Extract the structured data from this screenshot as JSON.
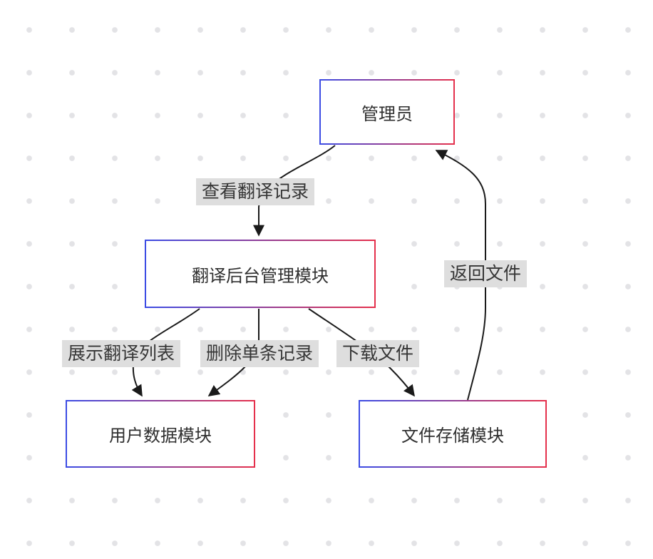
{
  "diagram": {
    "nodes": [
      {
        "id": "admin",
        "label": "管理员"
      },
      {
        "id": "backend",
        "label": "翻译后台管理模块"
      },
      {
        "id": "userdata",
        "label": "用户数据模块"
      },
      {
        "id": "filestore",
        "label": "文件存储模块"
      }
    ],
    "edges": [
      {
        "from": "admin",
        "to": "backend",
        "label": "查看翻译记录"
      },
      {
        "from": "backend",
        "to": "userdata",
        "label": "展示翻译列表"
      },
      {
        "from": "backend",
        "to": "userdata",
        "label": "删除单条记录"
      },
      {
        "from": "backend",
        "to": "filestore",
        "label": "下载文件"
      },
      {
        "from": "filestore",
        "to": "admin",
        "label": "返回文件"
      }
    ],
    "colors": {
      "node_border_left": "#3c4ce4",
      "node_border_right": "#e5304c",
      "node_background": "#ffffff",
      "node_text": "#2f2f2f",
      "edge_line": "#1a1a1a",
      "edge_label_background": "#dedede",
      "edge_label_text": "#363636",
      "grid_dot": "#e3e3e6",
      "canvas_background": "#ffffff"
    }
  }
}
